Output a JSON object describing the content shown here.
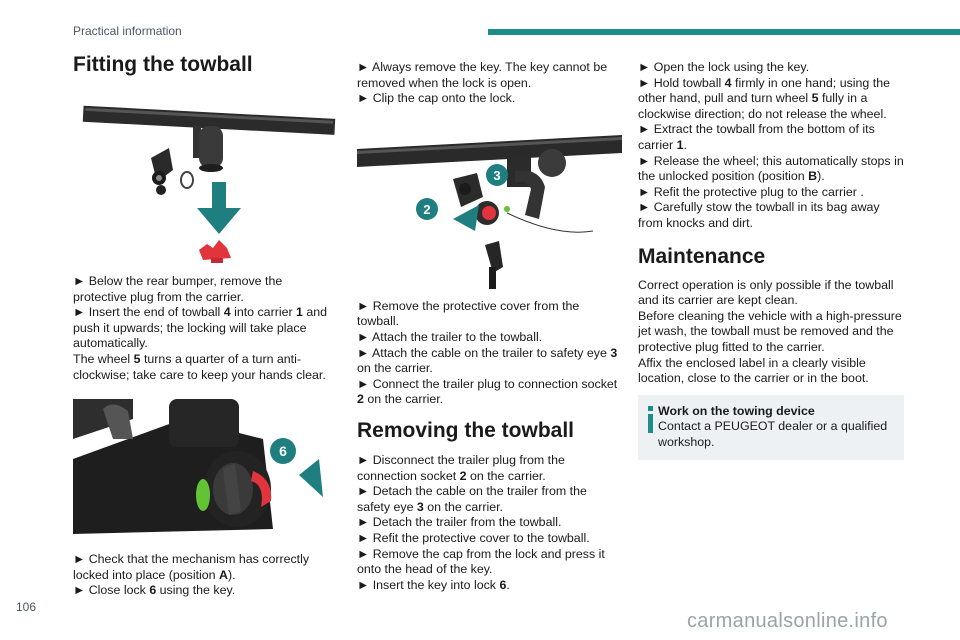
{
  "header": {
    "section_title": "Practical information",
    "accent_color": "#1f8c8c"
  },
  "footer": {
    "page_number": "106",
    "watermark": "carmanualsonline.info"
  },
  "col1": {
    "title": "Fitting the towball",
    "step1a": "► Below the rear bumper, remove the protective plug from the carrier.",
    "step1b_pre": "► Insert the end of towball ",
    "step1b_b1": "4",
    "step1b_mid": " into carrier ",
    "step1b_b2": "1",
    "step1b_post": " and push it upwards; the locking will take place automatically.",
    "note_pre": "The wheel ",
    "note_b": "5",
    "note_post": " turns a quarter of a turn anti-clockwise; take care to keep your hands clear.",
    "img2_label": "6",
    "check_pre": "► Check that the mechanism has correctly locked into place (position ",
    "check_b": "A",
    "check_post": ").",
    "close_pre": "► Close lock ",
    "close_b": "6",
    "close_post": " using the key."
  },
  "col2": {
    "s1": "► Always remove the key. The key cannot be removed when the lock is open.",
    "s2": "► Clip the cap onto the lock.",
    "img_label_2": "2",
    "img_label_3": "3",
    "s3": "► Remove the protective cover from the towball.",
    "s4": "► Attach the trailer to the towball.",
    "s5_pre": "► Attach the cable on the trailer to safety eye ",
    "s5_b": "3",
    "s5_post": " on the carrier.",
    "s6_pre": "► Connect the trailer plug to connection socket ",
    "s6_b": "2",
    "s6_post": " on the carrier.",
    "title2": "Removing the towball",
    "r1_pre": "► Disconnect the trailer plug from the connection socket ",
    "r1_b": "2",
    "r1_post": " on the carrier.",
    "r2_pre": "► Detach the cable on the trailer from the safety eye ",
    "r2_b": "3",
    "r2_post": " on the carrier.",
    "r3": "► Detach the trailer from the towball.",
    "r4": "► Refit the protective cover to the towball.",
    "r5": "► Remove the cap from the lock and press it onto the head of the key.",
    "r6_pre": "► Insert the key into lock ",
    "r6_b": "6",
    "r6_post": "."
  },
  "col3": {
    "o1": "► Open the lock using the key.",
    "o2_pre": "► Hold towball ",
    "o2_b1": "4",
    "o2_mid": " firmly in one hand; using the other hand, pull and turn wheel ",
    "o2_b2": "5",
    "o2_post": " fully in a clockwise direction; do not release the wheel.",
    "o3_pre": "► Extract the towball from the bottom of its carrier ",
    "o3_b": "1",
    "o3_post": ".",
    "o4_pre": "► Release the wheel; this automatically stops in the unlocked position (position ",
    "o4_b": "B",
    "o4_post": ").",
    "o5": "► Refit the protective plug to the carrier .",
    "o6": "► Carefully stow the towball in its bag away from knocks and dirt.",
    "title": "Maintenance",
    "m1": "Correct operation is only possible if the towball and its carrier are kept clean.",
    "m2": "Before cleaning the vehicle with a high-pressure jet wash, the towball must be removed and the protective plug fitted to the carrier.",
    "m3": "Affix the enclosed label in a clearly visible location, close to the carrier or in the boot.",
    "info_title": "Work on the towing device",
    "info_text": "Contact a PEUGEOT dealer or a qualified workshop."
  }
}
